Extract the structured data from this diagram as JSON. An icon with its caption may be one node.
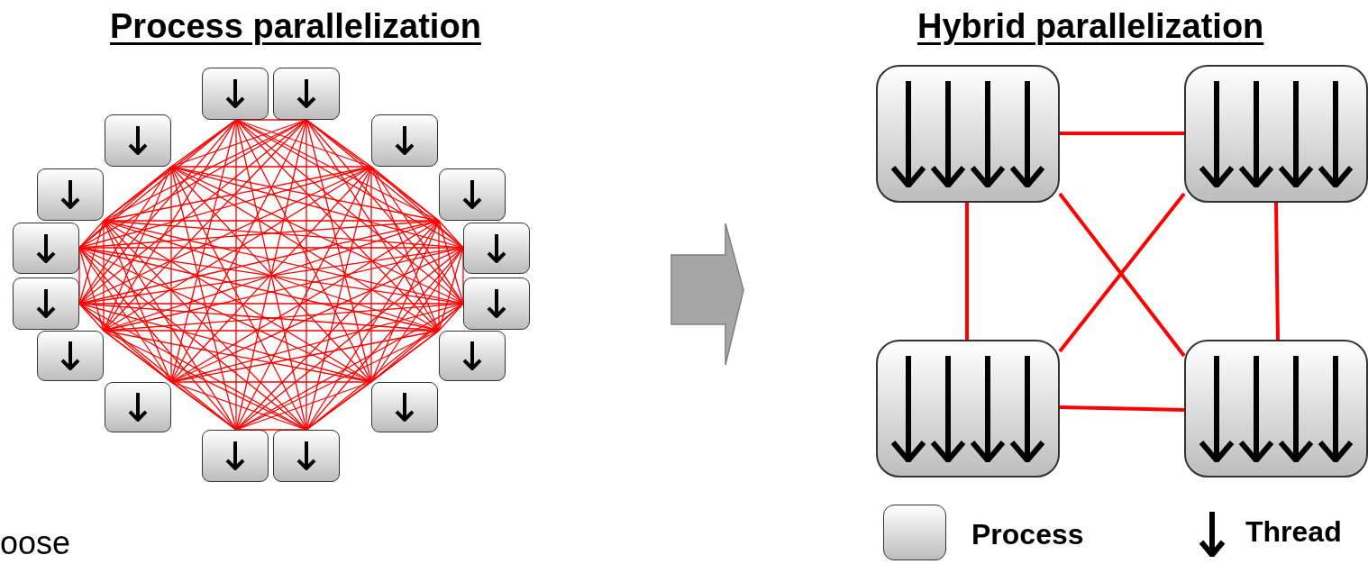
{
  "diagram": {
    "nodes": [
      {
        "text": [],
        "shape": "box"
      },
      {
        "text": [],
        "shape": "box"
      },
      {
        "text": [],
        "shape": "box"
      },
      {
        "text": [],
        "shape": "box"
      },
      {
        "text": [],
        "shape": "box"
      },
      {
        "text": [],
        "shape": "box"
      },
      {
        "text": [],
        "shape": "box"
      },
      {
        "text": [],
        "shape": "box"
      },
      {
        "text": [],
        "shape": "box"
      },
      {
        "text": [],
        "shape": "box"
      },
      {
        "text": [],
        "shape": "box"
      },
      {
        "text": [],
        "shape": "box"
      },
      {
        "text": [],
        "shape": "box"
      },
      {
        "text": [],
        "shape": "box"
      },
      {
        "text": [],
        "shape": "box"
      },
      {
        "text": [],
        "shape": "box"
      },
      {
        "text": [],
        "shape": "box"
      },
      {
        "text": [],
        "shape": "box"
      },
      {
        "text": [],
        "shape": "box"
      },
      {
        "text": [],
        "shape": "box"
      }
    ],
    "edges": [
      {
        "from": 0,
        "to": 1,
        "arrow": "none"
      },
      {
        "from": 0,
        "to": 2,
        "arrow": "none"
      },
      {
        "from": 0,
        "to": 3,
        "arrow": "none"
      },
      {
        "from": 0,
        "to": 4,
        "arrow": "none"
      },
      {
        "from": 0,
        "to": 5,
        "arrow": "none"
      },
      {
        "from": 0,
        "to": 6,
        "arrow": "none"
      },
      {
        "from": 0,
        "to": 7,
        "arrow": "none"
      },
      {
        "from": 0,
        "to": 8,
        "arrow": "none"
      },
      {
        "from": 0,
        "to": 9,
        "arrow": "none"
      },
      {
        "from": 0,
        "to": 10,
        "arrow": "none"
      },
      {
        "from": 0,
        "to": 11,
        "arrow": "none"
      },
      {
        "from": 0,
        "to": 12,
        "arrow": "none"
      },
      {
        "from": 0,
        "to": 13,
        "arrow": "none"
      },
      {
        "from": 0,
        "to": 14,
        "arrow": "none"
      },
      {
        "from": 0,
        "to": 15,
        "arrow": "none"
      },
      {
        "from": 1,
        "to": 2,
        "arrow": "none"
      },
      {
        "from": 1,
        "to": 3,
        "arrow": "none"
      },
      {
        "from": 1,
        "to": 4,
        "arrow": "none"
      },
      {
        "from": 1,
        "to": 5,
        "arrow": "none"
      },
      {
        "from": 1,
        "to": 6,
        "arrow": "none"
      },
      {
        "from": 1,
        "to": 7,
        "arrow": "none"
      },
      {
        "from": 1,
        "to": 8,
        "arrow": "none"
      },
      {
        "from": 1,
        "to": 9,
        "arrow": "none"
      },
      {
        "from": 1,
        "to": 10,
        "arrow": "none"
      },
      {
        "from": 1,
        "to": 11,
        "arrow": "none"
      },
      {
        "from": 1,
        "to": 12,
        "arrow": "none"
      },
      {
        "from": 1,
        "to": 13,
        "arrow": "none"
      },
      {
        "from": 1,
        "to": 14,
        "arrow": "none"
      },
      {
        "from": 1,
        "to": 15,
        "arrow": "none"
      },
      {
        "from": 2,
        "to": 3,
        "arrow": "none"
      },
      {
        "from": 2,
        "to": 4,
        "arrow": "none"
      },
      {
        "from": 2,
        "to": 5,
        "arrow": "none"
      },
      {
        "from": 2,
        "to": 6,
        "arrow": "none"
      },
      {
        "from": 2,
        "to": 7,
        "arrow": "none"
      },
      {
        "from": 2,
        "to": 8,
        "arrow": "none"
      },
      {
        "from": 2,
        "to": 9,
        "arrow": "none"
      },
      {
        "from": 2,
        "to": 10,
        "arrow": "none"
      },
      {
        "from": 2,
        "to": 11,
        "arrow": "none"
      },
      {
        "from": 2,
        "to": 12,
        "arrow": "none"
      },
      {
        "from": 2,
        "to": 13,
        "arrow": "none"
      },
      {
        "from": 2,
        "to": 14,
        "arrow": "none"
      },
      {
        "from": 2,
        "to": 15,
        "arrow": "none"
      },
      {
        "from": 3,
        "to": 4,
        "arrow": "none"
      },
      {
        "from": 3,
        "to": 5,
        "arrow": "none"
      },
      {
        "from": 3,
        "to": 6,
        "arrow": "none"
      },
      {
        "from": 3,
        "to": 7,
        "arrow": "none"
      },
      {
        "from": 3,
        "to": 8,
        "arrow": "none"
      },
      {
        "from": 3,
        "to": 9,
        "arrow": "none"
      },
      {
        "from": 3,
        "to": 10,
        "arrow": "none"
      },
      {
        "from": 3,
        "to": 11,
        "arrow": "none"
      },
      {
        "from": 3,
        "to": 12,
        "arrow": "none"
      },
      {
        "from": 3,
        "to": 13,
        "arrow": "none"
      },
      {
        "from": 3,
        "to": 14,
        "arrow": "none"
      },
      {
        "from": 3,
        "to": 15,
        "arrow": "none"
      },
      {
        "from": 4,
        "to": 5,
        "arrow": "none"
      },
      {
        "from": 4,
        "to": 6,
        "arrow": "none"
      },
      {
        "from": 4,
        "to": 7,
        "arrow": "none"
      },
      {
        "from": 4,
        "to": 8,
        "arrow": "none"
      },
      {
        "from": 4,
        "to": 9,
        "arrow": "none"
      },
      {
        "from": 4,
        "to": 10,
        "arrow": "none"
      },
      {
        "from": 4,
        "to": 11,
        "arrow": "none"
      },
      {
        "from": 4,
        "to": 12,
        "arrow": "none"
      },
      {
        "from": 4,
        "to": 13,
        "arrow": "none"
      },
      {
        "from": 4,
        "to": 14,
        "arrow": "none"
      },
      {
        "from": 4,
        "to": 15,
        "arrow": "none"
      },
      {
        "from": 5,
        "to": 6,
        "arrow": "none"
      },
      {
        "from": 5,
        "to": 7,
        "arrow": "none"
      },
      {
        "from": 5,
        "to": 8,
        "arrow": "none"
      },
      {
        "from": 5,
        "to": 9,
        "arrow": "none"
      },
      {
        "from": 5,
        "to": 10,
        "arrow": "none"
      },
      {
        "from": 5,
        "to": 11,
        "arrow": "none"
      },
      {
        "from": 5,
        "to": 12,
        "arrow": "none"
      },
      {
        "from": 5,
        "to": 13,
        "arrow": "none"
      },
      {
        "from": 5,
        "to": 14,
        "arrow": "none"
      },
      {
        "from": 5,
        "to": 15,
        "arrow": "none"
      },
      {
        "from": 6,
        "to": 7,
        "arrow": "none"
      },
      {
        "from": 6,
        "to": 8,
        "arrow": "none"
      },
      {
        "from": 6,
        "to": 9,
        "arrow": "none"
      },
      {
        "from": 6,
        "to": 10,
        "arrow": "none"
      },
      {
        "from": 6,
        "to": 11,
        "arrow": "none"
      },
      {
        "from": 6,
        "to": 12,
        "arrow": "none"
      },
      {
        "from": 6,
        "to": 13,
        "arrow": "none"
      },
      {
        "from": 6,
        "to": 14,
        "arrow": "none"
      },
      {
        "from": 6,
        "to": 15,
        "arrow": "none"
      },
      {
        "from": 7,
        "to": 8,
        "arrow": "none"
      },
      {
        "from": 7,
        "to": 9,
        "arrow": "none"
      },
      {
        "from": 7,
        "to": 10,
        "arrow": "none"
      },
      {
        "from": 7,
        "to": 11,
        "arrow": "none"
      },
      {
        "from": 7,
        "to": 12,
        "arrow": "none"
      },
      {
        "from": 7,
        "to": 13,
        "arrow": "none"
      },
      {
        "from": 7,
        "to": 14,
        "arrow": "none"
      },
      {
        "from": 7,
        "to": 15,
        "arrow": "none"
      },
      {
        "from": 8,
        "to": 9,
        "arrow": "none"
      },
      {
        "from": 8,
        "to": 10,
        "arrow": "none"
      },
      {
        "from": 8,
        "to": 11,
        "arrow": "none"
      },
      {
        "from": 8,
        "to": 12,
        "arrow": "none"
      },
      {
        "from": 8,
        "to": 13,
        "arrow": "none"
      },
      {
        "from": 8,
        "to": 14,
        "arrow": "none"
      },
      {
        "from": 8,
        "to": 15,
        "arrow": "none"
      },
      {
        "from": 9,
        "to": 10,
        "arrow": "none"
      },
      {
        "from": 9,
        "to": 11,
        "arrow": "none"
      },
      {
        "from": 9,
        "to": 12,
        "arrow": "none"
      },
      {
        "from": 9,
        "to": 13,
        "arrow": "none"
      },
      {
        "from": 9,
        "to": 14,
        "arrow": "none"
      },
      {
        "from": 9,
        "to": 15,
        "arrow": "none"
      },
      {
        "from": 10,
        "to": 11,
        "arrow": "none"
      },
      {
        "from": 10,
        "to": 12,
        "arrow": "none"
      },
      {
        "from": 10,
        "to": 13,
        "arrow": "none"
      },
      {
        "from": 10,
        "to": 14,
        "arrow": "none"
      },
      {
        "from": 10,
        "to": 15,
        "arrow": "none"
      },
      {
        "from": 11,
        "to": 12,
        "arrow": "none"
      },
      {
        "from": 11,
        "to": 13,
        "arrow": "none"
      },
      {
        "from": 11,
        "to": 14,
        "arrow": "none"
      },
      {
        "from": 11,
        "to": 15,
        "arrow": "none"
      },
      {
        "from": 12,
        "to": 13,
        "arrow": "none"
      },
      {
        "from": 12,
        "to": 14,
        "arrow": "none"
      },
      {
        "from": 12,
        "to": 15,
        "arrow": "none"
      },
      {
        "from": 13,
        "to": 14,
        "arrow": "none"
      },
      {
        "from": 13,
        "to": 15,
        "arrow": "none"
      },
      {
        "from": 14,
        "to": 15,
        "arrow": "none"
      },
      {
        "from": 16,
        "to": 17,
        "arrow": "none",
        "style": "thick"
      },
      {
        "from": 16,
        "to": 18,
        "arrow": "none",
        "style": "thick"
      },
      {
        "from": 17,
        "to": 19,
        "arrow": "none",
        "style": "thick"
      },
      {
        "from": 18,
        "to": 19,
        "arrow": "none",
        "style": "thick"
      },
      {
        "from": 16,
        "to": 19,
        "arrow": "none",
        "style": "thick"
      },
      {
        "from": 17,
        "to": 18,
        "arrow": "none",
        "style": "thick"
      }
    ],
    "labels": [
      "Process parallelization",
      "Hybrid parallelization",
      "oose"
    ],
    "legend": [
      {
        "text": "Process"
      },
      {
        "text": "Thread"
      }
    ]
  }
}
